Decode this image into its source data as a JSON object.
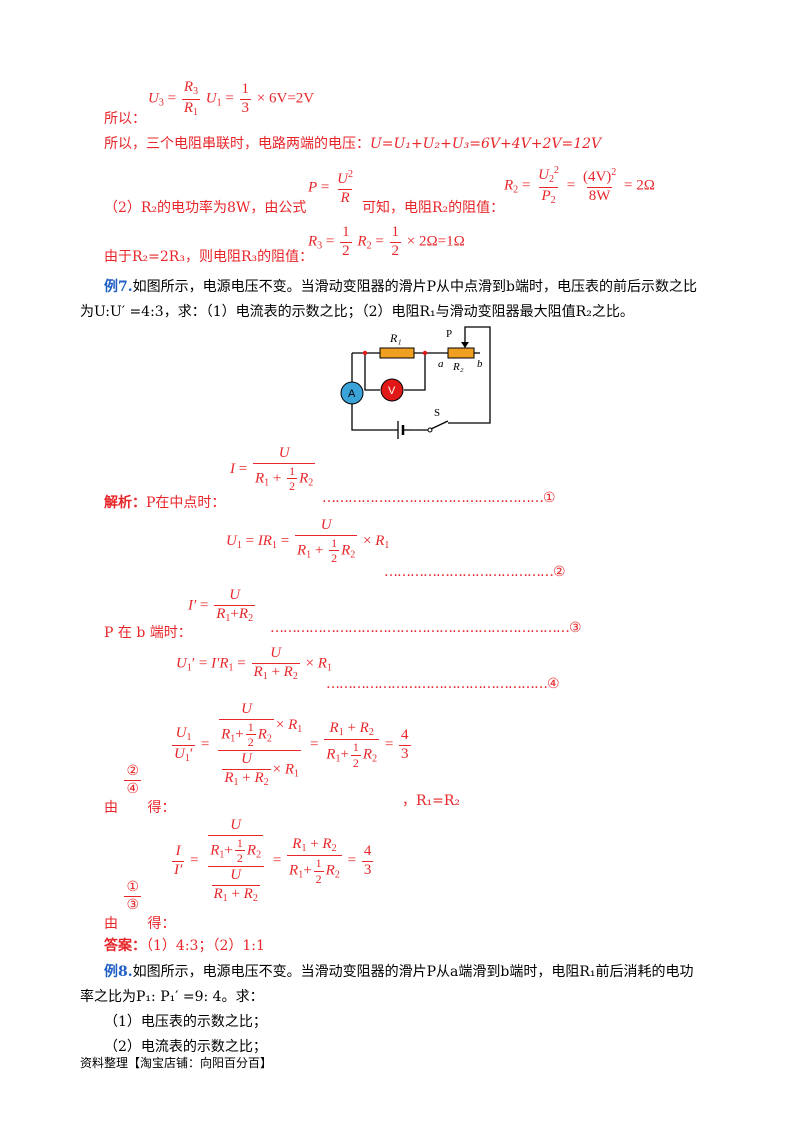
{
  "lines": {
    "l1_prefix": "所以：",
    "l2": "所以，三个电阻串联时，电路两端的电压：",
    "l2_formula": "U=U₁+U₂+U₃=6V+4V+2V=12V",
    "l3_text": "（2）R₂的电功率为8W，由公式",
    "l3_text2": "可知，电阻R₂的阻值：",
    "l4_text": "由于R₂=2R₃，则电阻R₃的阻值：",
    "ex7_label": "例7.",
    "ex7_text1": "如图所示，电源电压不变。当滑动变阻器的滑片P从中点滑到b端时，电压表的前后示数之比",
    "ex7_text2": "为U:U′ =4:3，求：（1）电流表的示数之比；（2）电阻R₁与滑动变阻器最大阻值R₂之比。",
    "analysis_label": "解析：",
    "analysis_text": "P在中点时：",
    "pb_text": "P 在 b 端时：",
    "by24": "由",
    "de": "得：",
    "r1r2": "，R₁=R₂",
    "answer_label": "答案：",
    "answer_text": "（1）4:3；（2）1:1",
    "ex8_label": "例8.",
    "ex8_text1": "如图所示，电源电压不变。当滑动变阻器的滑片P从a端滑到b端时，电阻R₁前后消耗的电功",
    "ex8_text2": "率之比为P₁: P₁′ =9: 4。求：",
    "ex8_q1": "（1）电压表的示数之比；",
    "ex8_q2": "（2）电流表的示数之比；",
    "footer": "资料整理【淘宝店铺：向阳百分百】",
    "mark1": "①",
    "mark2": "②",
    "mark3": "③",
    "mark4": "④"
  },
  "circuit": {
    "r1": "R₁",
    "p": "P",
    "a": "a",
    "r2": "R₂",
    "b": "b",
    "ammeter": "A",
    "voltmeter": "V",
    "switch": "S"
  },
  "colors": {
    "red": "#e8262a",
    "blue": "#1f5ec4",
    "resistor": "#f0a020",
    "ammeter": "#3aa3d8",
    "voltmeter": "#e01818"
  }
}
